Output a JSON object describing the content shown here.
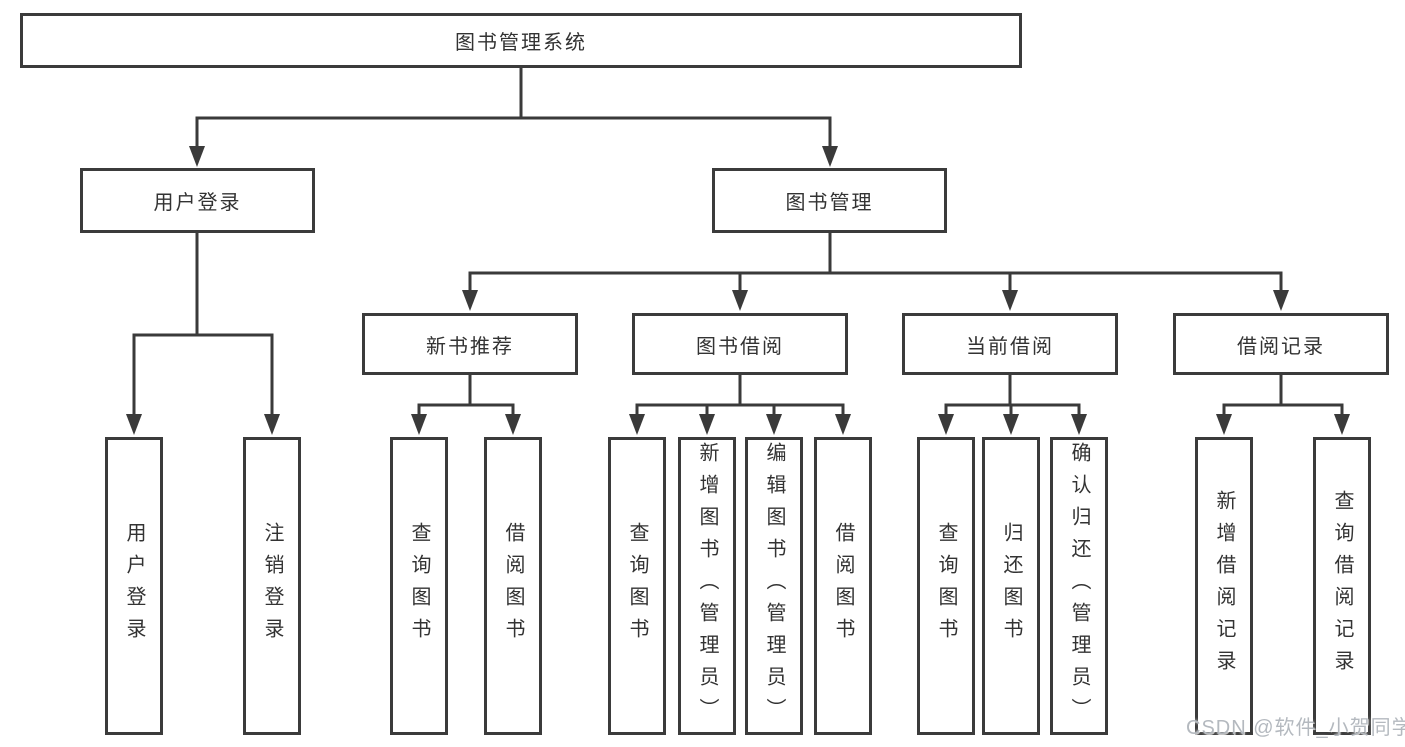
{
  "diagram": {
    "root": {
      "label": "图书管理系统"
    },
    "branches": {
      "user_login": {
        "label": "用户登录",
        "children": [
          "用户登录",
          "注销登录"
        ]
      },
      "book_mgmt": {
        "label": "图书管理"
      }
    },
    "groups": [
      {
        "label": "新书推荐",
        "children": [
          "查询图书",
          "借阅图书"
        ]
      },
      {
        "label": "图书借阅",
        "children": [
          "查询图书",
          "新增图书（管理员）",
          "编辑图书（管理员）",
          "借阅图书"
        ]
      },
      {
        "label": "当前借阅",
        "children": [
          "查询图书",
          "归还图书",
          "确认归还（管理员）"
        ]
      },
      {
        "label": "借阅记录",
        "children": [
          "新增借阅记录",
          "查询借阅记录"
        ]
      }
    ],
    "watermark": "CSDN @软件_小贺同学",
    "colors": {
      "line": "#3a3a3a",
      "box_border": "#3b3b3b",
      "text": "#333333",
      "watermark": "#b0b5bc"
    }
  }
}
